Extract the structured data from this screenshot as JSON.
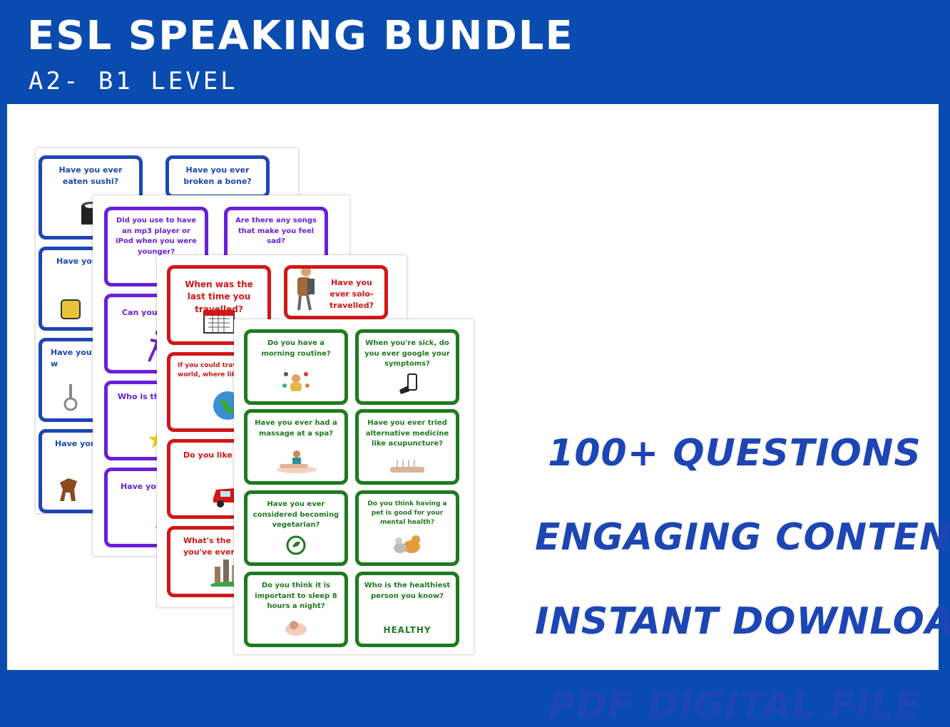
{
  "header": {
    "title": "ESL SPEAKING BUNDLE",
    "subtitle": "A2- B1 LEVEL"
  },
  "colors": {
    "brand": "#0a4bb0",
    "blue": "#1d46b4",
    "purple": "#6a1fd8",
    "red": "#d31616",
    "green": "#1e7a1e"
  },
  "sheets": {
    "blue": {
      "cards": [
        "Have you ever eaten sushi?",
        "Have you ever broken a bone?",
        "Have you cele",
        "Have you trouble w",
        "Have you h"
      ]
    },
    "purple": {
      "cards": [
        "Did you use to have an mp3 player or iPod when you were younger?",
        "Are there any songs that make you feel sad?",
        "Can you c",
        "Who is the artist o",
        "Have you e mu"
      ]
    },
    "red": {
      "cards": [
        "When was the last time you travelled?",
        "Have you ever solo-travelled?",
        "If you could travel the world, where like to go",
        "Do you like ro",
        "What's the be you've ever v"
      ]
    },
    "green": {
      "cards": [
        "Do you have a morning routine?",
        "When you're sick, do you ever google your symptoms?",
        "Have you ever had a massage at a spa?",
        "Have you ever tried alternative medicine like acupuncture?",
        "Have you ever considered becoming vegetarian?",
        "Do you think having a pet is good for your mental health?",
        "Do you think it is important to sleep 8 hours a night?",
        "Who is the healthiest person you know?"
      ],
      "healthy_logo_text": "HEALTHY"
    }
  },
  "features": [
    "100+ QUESTIONS",
    "ENGAGING CONTENT",
    "INSTANT DOWNLOAD",
    "PDF DIGITAL FILE"
  ]
}
